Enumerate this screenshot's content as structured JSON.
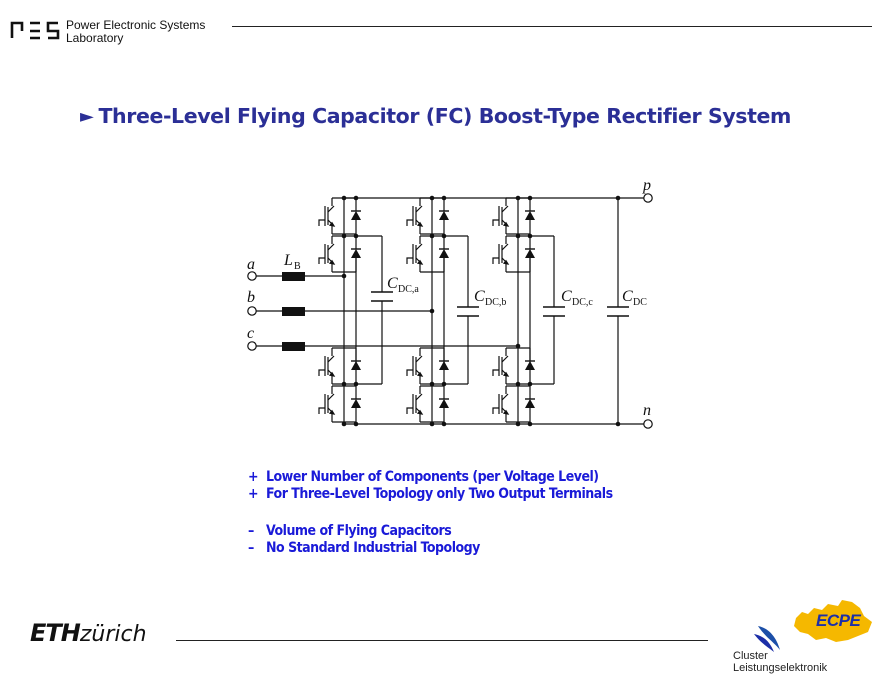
{
  "header": {
    "lab_name_line1": "Power Electronic Systems",
    "lab_name_line2": "Laboratory"
  },
  "title": "Three-Level Flying Capacitor (FC) Boost-Type Rectifier System",
  "title_marker": "►",
  "circuit": {
    "terminal_a": "a",
    "terminal_b": "b",
    "terminal_c": "c",
    "terminal_p": "p",
    "terminal_n": "n",
    "inductor_label": "L",
    "inductor_sub": "B",
    "cap_a_label": "C",
    "cap_a_sub": "DC,a",
    "cap_b_label": "C",
    "cap_b_sub": "DC,b",
    "cap_c_label": "C",
    "cap_c_sub": "DC,c",
    "cap_dc_label": "C",
    "cap_dc_sub": "DC"
  },
  "bullets": {
    "pros": [
      {
        "sym": "+",
        "text": "Lower Number of Components (per Voltage Level)"
      },
      {
        "sym": "+",
        "text": "For Three-Level Topology only Two Output Terminals"
      }
    ],
    "cons": [
      {
        "sym": "–",
        "text": "Volume of Flying Capacitors"
      },
      {
        "sym": "–",
        "text": "No Standard Industrial Topology"
      }
    ]
  },
  "footer": {
    "eth_bold": "ETH",
    "eth_italic": "zürich",
    "ecpe_logo_text": "ECPE",
    "cluster_line1": "Cluster",
    "cluster_line2": "Leistungselektronik"
  },
  "colors": {
    "title": "#2b2f96",
    "bullets": "#1a1ad8",
    "ecpe_yellow": "#f5b800",
    "ecpe_blue": "#1c2fa8"
  }
}
